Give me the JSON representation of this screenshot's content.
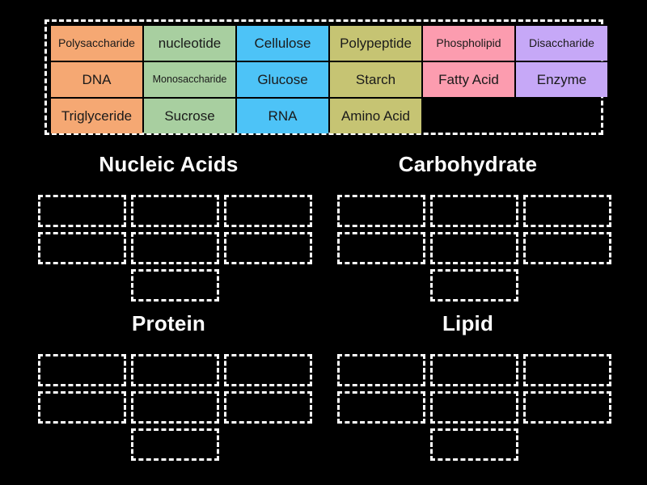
{
  "activity": {
    "type": "drag-and-drop-sort",
    "background_color": "#000000"
  },
  "word_bank": {
    "name": "word-bank",
    "columns": 6,
    "rows": 3,
    "border_style": "dashed-white",
    "tiles": [
      {
        "label": "Polysaccharide",
        "color": "#f5a873",
        "size": "sm"
      },
      {
        "label": "nucleotide",
        "color": "#a8cfa0",
        "size": "md"
      },
      {
        "label": "Cellulose",
        "color": "#4dc3f7",
        "size": "md"
      },
      {
        "label": "Polypeptide",
        "color": "#c6c473",
        "size": "md"
      },
      {
        "label": "Phospholipid",
        "color": "#fc9caf",
        "size": "sm"
      },
      {
        "label": "Disaccharide",
        "color": "#c6a8f7",
        "size": "sm"
      },
      {
        "label": "DNA",
        "color": "#f5a873",
        "size": "md"
      },
      {
        "label": "Monosaccharide",
        "color": "#a8cfa0",
        "size": "xs"
      },
      {
        "label": "Glucose",
        "color": "#4dc3f7",
        "size": "md"
      },
      {
        "label": "Starch",
        "color": "#c6c473",
        "size": "md"
      },
      {
        "label": "Fatty Acid",
        "color": "#fc9caf",
        "size": "md"
      },
      {
        "label": "Enzyme",
        "color": "#c6a8f7",
        "size": "md"
      },
      {
        "label": "Triglyceride",
        "color": "#f5a873",
        "size": "md"
      },
      {
        "label": "Sucrose",
        "color": "#a8cfa0",
        "size": "md"
      },
      {
        "label": "RNA",
        "color": "#4dc3f7",
        "size": "md"
      },
      {
        "label": "Amino Acid",
        "color": "#c6c473",
        "size": "md"
      },
      {
        "label": "",
        "color": "",
        "size": "md"
      },
      {
        "label": "",
        "color": "",
        "size": "md"
      }
    ]
  },
  "categories": [
    {
      "title": "Nucleic Acids",
      "slot_count": 7,
      "filled": []
    },
    {
      "title": "Carbohydrate",
      "slot_count": 7,
      "filled": []
    },
    {
      "title": "Protein",
      "slot_count": 7,
      "filled": []
    },
    {
      "title": "Lipid",
      "slot_count": 7,
      "filled": []
    }
  ]
}
